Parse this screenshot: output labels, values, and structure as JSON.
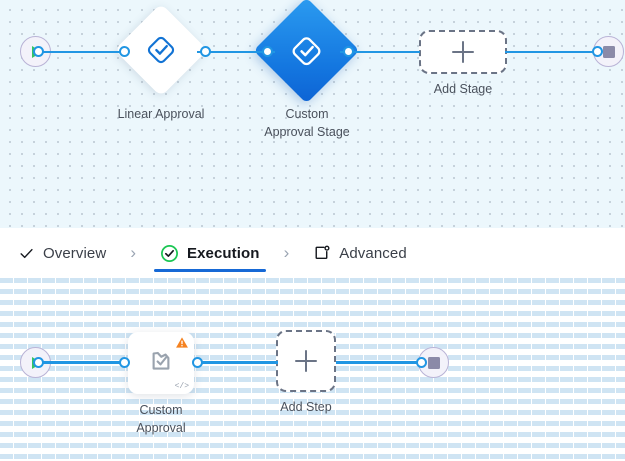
{
  "stage_canvas": {
    "name": "stage-designer-canvas",
    "background_color": "#ecf7fc",
    "start_node": {
      "icon": "play-icon",
      "title": "Start"
    },
    "end_node": {
      "icon": "stop-icon",
      "title": "End"
    },
    "stages": [
      {
        "id": "linear-approval",
        "label": "Linear Approval",
        "selected": false,
        "icon": "approval-diamond-icon",
        "fill": "#ffffff"
      },
      {
        "id": "custom-approval-stage",
        "label": "Custom\nApproval Stage",
        "selected": true,
        "icon": "approval-diamond-icon",
        "fill": "#1477e0"
      }
    ],
    "add_stage": {
      "label": "Add Stage",
      "icon": "plus-icon"
    }
  },
  "tabs": {
    "items": [
      {
        "id": "overview",
        "label": "Overview",
        "icon": "check-icon",
        "active": false
      },
      {
        "id": "execution",
        "label": "Execution",
        "icon": "check-circle-green-icon",
        "active": true
      },
      {
        "id": "advanced",
        "label": "Advanced",
        "icon": "advanced-settings-icon",
        "active": false
      }
    ],
    "separator": "›",
    "active_underline_color": "#1669d6"
  },
  "step_canvas": {
    "name": "step-designer-canvas",
    "background_color": "#ffffff",
    "start_node": {
      "icon": "play-icon",
      "title": "Start"
    },
    "end_node": {
      "icon": "stop-icon",
      "title": "End"
    },
    "steps": [
      {
        "id": "custom-approval",
        "label": "Custom\nApproval",
        "icon": "approval-document-icon",
        "warning": true,
        "warning_icon": "warning-triangle-icon",
        "warning_color": "#f58220",
        "code_badge": "</>"
      }
    ],
    "add_step": {
      "label": "Add Step",
      "icon": "plus-icon"
    }
  },
  "colors": {
    "edge": "#2196e3",
    "port_ring": "#2196e3",
    "selected_stage": "#1477e0",
    "start_accent": "#35c463",
    "end_accent": "#8b8aa8",
    "warning": "#f58220"
  }
}
